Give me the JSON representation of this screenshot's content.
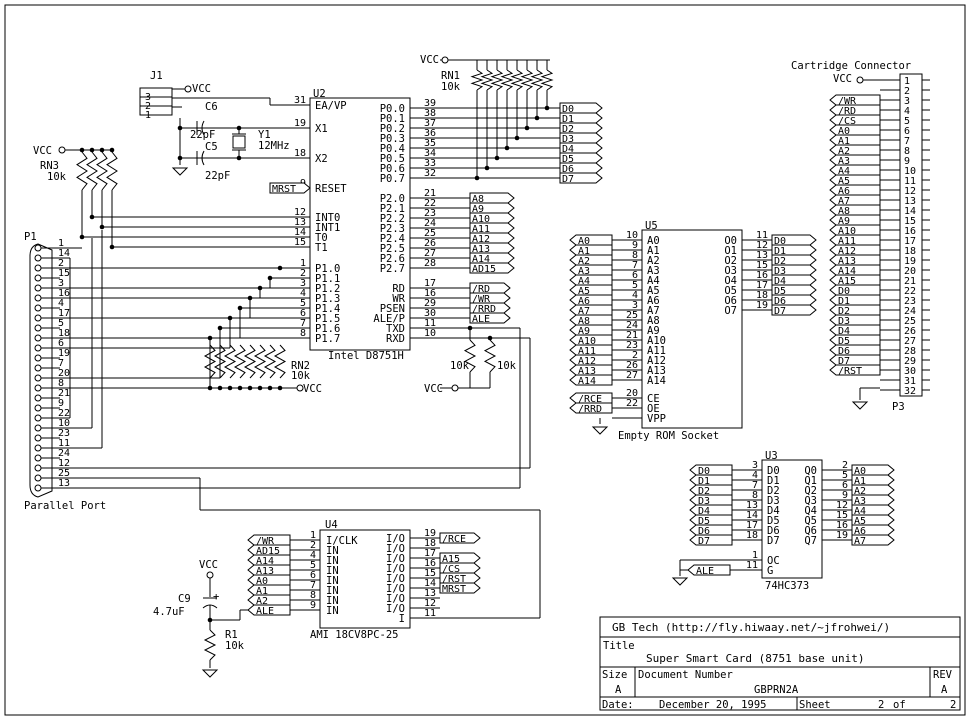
{
  "title_block": {
    "company": "GB Tech (http://fly.hiwaay.net/~jfrohwei/)",
    "title_label": "Title",
    "title": "Super Smart Card (8751 base unit)",
    "size_label": "Size",
    "size": "A",
    "docnum_label": "Document Number",
    "docnum": "GBPRN2A",
    "rev_label": "REV",
    "rev": "A",
    "date_label": "Date:",
    "date": "December 20, 1995",
    "sheet_label": "Sheet",
    "sheet_num": "2",
    "sheet_of": "of",
    "sheet_total": "2"
  },
  "components": {
    "u2": {
      "ref": "U2",
      "name": "Intel D8751H",
      "left_pins": [
        {
          "num": "31",
          "name": "EA/VP"
        },
        {
          "num": "19",
          "name": "X1"
        },
        {
          "num": "18",
          "name": "X2"
        },
        {
          "num": "9",
          "name": "RESET"
        },
        {
          "num": "12",
          "name": "INT0"
        },
        {
          "num": "13",
          "name": "INT1"
        },
        {
          "num": "14",
          "name": "T0"
        },
        {
          "num": "15",
          "name": "T1"
        },
        {
          "num": "1",
          "name": "P1.0"
        },
        {
          "num": "2",
          "name": "P1.1"
        },
        {
          "num": "3",
          "name": "P1.2"
        },
        {
          "num": "4",
          "name": "P1.3"
        },
        {
          "num": "5",
          "name": "P1.4"
        },
        {
          "num": "6",
          "name": "P1.5"
        },
        {
          "num": "7",
          "name": "P1.6"
        },
        {
          "num": "8",
          "name": "P1.7"
        }
      ],
      "p0_pins": [
        {
          "num": "39",
          "name": "P0.0",
          "net": "D0"
        },
        {
          "num": "38",
          "name": "P0.1",
          "net": "D1"
        },
        {
          "num": "37",
          "name": "P0.2",
          "net": "D2"
        },
        {
          "num": "36",
          "name": "P0.3",
          "net": "D3"
        },
        {
          "num": "35",
          "name": "P0.4",
          "net": "D4"
        },
        {
          "num": "34",
          "name": "P0.5",
          "net": "D5"
        },
        {
          "num": "33",
          "name": "P0.6",
          "net": "D6"
        },
        {
          "num": "32",
          "name": "P0.7",
          "net": "D7"
        }
      ],
      "p2_pins": [
        {
          "num": "21",
          "name": "P2.0",
          "net": "A8"
        },
        {
          "num": "22",
          "name": "P2.1",
          "net": "A9"
        },
        {
          "num": "23",
          "name": "P2.2",
          "net": "A10"
        },
        {
          "num": "24",
          "name": "P2.3",
          "net": "A11"
        },
        {
          "num": "25",
          "name": "P2.4",
          "net": "A12"
        },
        {
          "num": "26",
          "name": "P2.5",
          "net": "A13"
        },
        {
          "num": "27",
          "name": "P2.6",
          "net": "A14"
        },
        {
          "num": "28",
          "name": "P2.7",
          "net": "AD15"
        }
      ],
      "ctrl_pins": [
        {
          "num": "17",
          "name": "RD",
          "net": "/RD"
        },
        {
          "num": "16",
          "name": "WR",
          "net": "/WR"
        },
        {
          "num": "29",
          "name": "PSEN",
          "net": "/RRD"
        },
        {
          "num": "30",
          "name": "ALE/P",
          "net": "ALE"
        }
      ],
      "serial_pins": [
        {
          "num": "11",
          "name": "TXD"
        },
        {
          "num": "10",
          "name": "RXD"
        }
      ]
    },
    "u5": {
      "ref": "U5",
      "name": "Empty ROM Socket",
      "addr_pins": [
        {
          "net": "A0",
          "num": "10",
          "name": "A0"
        },
        {
          "net": "A1",
          "num": "9",
          "name": "A1"
        },
        {
          "net": "A2",
          "num": "8",
          "name": "A2"
        },
        {
          "net": "A3",
          "num": "7",
          "name": "A3"
        },
        {
          "net": "A4",
          "num": "6",
          "name": "A4"
        },
        {
          "net": "A5",
          "num": "5",
          "name": "A5"
        },
        {
          "net": "A6",
          "num": "4",
          "name": "A6"
        },
        {
          "net": "A7",
          "num": "3",
          "name": "A7"
        },
        {
          "net": "A8",
          "num": "25",
          "name": "A8"
        },
        {
          "net": "A9",
          "num": "24",
          "name": "A9"
        },
        {
          "net": "A10",
          "num": "21",
          "name": "A10"
        },
        {
          "net": "A11",
          "num": "23",
          "name": "A11"
        },
        {
          "net": "A12",
          "num": "2",
          "name": "A12"
        },
        {
          "net": "A13",
          "num": "26",
          "name": "A13"
        },
        {
          "net": "A14",
          "num": "27",
          "name": "A14"
        }
      ],
      "data_pins": [
        {
          "name": "O0",
          "num": "11",
          "net": "D0"
        },
        {
          "name": "O1",
          "num": "12",
          "net": "D1"
        },
        {
          "name": "O2",
          "num": "13",
          "net": "D2"
        },
        {
          "name": "O3",
          "num": "15",
          "net": "D3"
        },
        {
          "name": "O4",
          "num": "16",
          "net": "D4"
        },
        {
          "name": "O5",
          "num": "17",
          "net": "D5"
        },
        {
          "name": "O6",
          "num": "18",
          "net": "D6"
        },
        {
          "name": "O7",
          "num": "19",
          "net": "D7"
        }
      ],
      "ctrl_pins": [
        {
          "net": "/RCE",
          "num": "20",
          "name": "CE"
        },
        {
          "net": "/RRD",
          "num": "22",
          "name": "OE"
        },
        {
          "net": "",
          "num": "",
          "name": "VPP"
        }
      ]
    },
    "u3": {
      "ref": "U3",
      "name": "74HC373",
      "d_pins": [
        {
          "net": "D0",
          "num": "3",
          "name": "D0"
        },
        {
          "net": "D1",
          "num": "4",
          "name": "D1"
        },
        {
          "net": "D2",
          "num": "7",
          "name": "D2"
        },
        {
          "net": "D3",
          "num": "8",
          "name": "D3"
        },
        {
          "net": "D4",
          "num": "13",
          "name": "D4"
        },
        {
          "net": "D5",
          "num": "14",
          "name": "D5"
        },
        {
          "net": "D6",
          "num": "17",
          "name": "D6"
        },
        {
          "net": "D7",
          "num": "18",
          "name": "D7"
        }
      ],
      "q_pins": [
        {
          "name": "Q0",
          "num": "2",
          "net": "A0"
        },
        {
          "name": "Q1",
          "num": "5",
          "net": "A1"
        },
        {
          "name": "Q2",
          "num": "6",
          "net": "A2"
        },
        {
          "name": "Q3",
          "num": "9",
          "net": "A3"
        },
        {
          "name": "Q4",
          "num": "12",
          "net": "A4"
        },
        {
          "name": "Q5",
          "num": "15",
          "net": "A5"
        },
        {
          "name": "Q6",
          "num": "16",
          "net": "A6"
        },
        {
          "name": "Q7",
          "num": "19",
          "net": "A7"
        }
      ],
      "ctrl_pins": [
        {
          "num": "1",
          "name": "OC",
          "net": ""
        },
        {
          "num": "11",
          "name": "G",
          "net": "ALE"
        }
      ]
    },
    "u4": {
      "ref": "U4",
      "name": "AMI 18CV8PC-25",
      "in_pins": [
        {
          "net": "/WR",
          "num": "1",
          "name": "I/CLK"
        },
        {
          "net": "AD15",
          "num": "2",
          "name": "IN"
        },
        {
          "net": "A14",
          "num": "4",
          "name": "IN"
        },
        {
          "net": "A13",
          "num": "5",
          "name": "IN"
        },
        {
          "net": "A0",
          "num": "6",
          "name": "IN"
        },
        {
          "net": "A1",
          "num": "7",
          "name": "IN"
        },
        {
          "net": "A2",
          "num": "8",
          "name": "IN"
        },
        {
          "net": "ALE",
          "num": "9",
          "name": "IN"
        }
      ],
      "out_pins": [
        {
          "name": "I/O",
          "num": "19",
          "net": "/RCE"
        },
        {
          "name": "I/O",
          "num": "18",
          "net": ""
        },
        {
          "name": "I/O",
          "num": "17",
          "net": "A15"
        },
        {
          "name": "I/O",
          "num": "16",
          "net": "/CS"
        },
        {
          "name": "I/O",
          "num": "15",
          "net": "/RST"
        },
        {
          "name": "I/O",
          "num": "14",
          "net": "MRST"
        },
        {
          "name": "I/O",
          "num": "13",
          "net": ""
        },
        {
          "name": "I/O",
          "num": "12",
          "net": ""
        },
        {
          "name": "I",
          "num": "11",
          "net": ""
        }
      ]
    },
    "p3": {
      "ref": "P3",
      "name": "Cartridge Connector",
      "pins": [
        {
          "num": "1",
          "net": "VCC"
        },
        {
          "num": "2",
          "net": ""
        },
        {
          "num": "3",
          "net": "/WR"
        },
        {
          "num": "4",
          "net": "/RD"
        },
        {
          "num": "5",
          "net": "/CS"
        },
        {
          "num": "6",
          "net": "A0"
        },
        {
          "num": "7",
          "net": "A1"
        },
        {
          "num": "8",
          "net": "A2"
        },
        {
          "num": "9",
          "net": "A3"
        },
        {
          "num": "10",
          "net": "A4"
        },
        {
          "num": "11",
          "net": "A5"
        },
        {
          "num": "12",
          "net": "A6"
        },
        {
          "num": "13",
          "net": "A7"
        },
        {
          "num": "14",
          "net": "A8"
        },
        {
          "num": "15",
          "net": "A9"
        },
        {
          "num": "16",
          "net": "A10"
        },
        {
          "num": "17",
          "net": "A11"
        },
        {
          "num": "18",
          "net": "A12"
        },
        {
          "num": "19",
          "net": "A13"
        },
        {
          "num": "20",
          "net": "A14"
        },
        {
          "num": "21",
          "net": "A15"
        },
        {
          "num": "22",
          "net": "D0"
        },
        {
          "num": "23",
          "net": "D1"
        },
        {
          "num": "24",
          "net": "D2"
        },
        {
          "num": "25",
          "net": "D3"
        },
        {
          "num": "26",
          "net": "D4"
        },
        {
          "num": "27",
          "net": "D5"
        },
        {
          "num": "28",
          "net": "D6"
        },
        {
          "num": "29",
          "net": "D7"
        },
        {
          "num": "30",
          "net": "/RST"
        },
        {
          "num": "31",
          "net": ""
        },
        {
          "num": "32",
          "net": ""
        }
      ]
    },
    "p1": {
      "ref": "P1",
      "name": "Parallel Port",
      "pins": [
        "1",
        "14",
        "2",
        "15",
        "3",
        "16",
        "4",
        "17",
        "5",
        "18",
        "6",
        "19",
        "7",
        "20",
        "8",
        "21",
        "9",
        "22",
        "10",
        "23",
        "11",
        "24",
        "12",
        "25",
        "13"
      ]
    },
    "j1": {
      "ref": "J1",
      "pins": [
        "3",
        "2",
        "1"
      ]
    },
    "rn1": {
      "ref": "RN1",
      "value": "10k"
    },
    "rn2": {
      "ref": "RN2",
      "value": "10k"
    },
    "rn3": {
      "ref": "RN3",
      "value": "10k"
    },
    "y1": {
      "ref": "Y1",
      "value": "12MHz"
    },
    "c5": {
      "ref": "C5",
      "value": "22pF"
    },
    "c6": {
      "ref": "C6",
      "value": "22pF"
    },
    "c9": {
      "ref": "C9",
      "value": "4.7uF"
    },
    "r1": {
      "ref": "R1",
      "value": "10k"
    },
    "r_txd": {
      "value": "10k"
    },
    "r_rxd": {
      "value": "10k"
    }
  },
  "power": {
    "vcc": "VCC"
  },
  "misc": {
    "plus": "+",
    "mrst": "MRST",
    "ale": "ALE"
  }
}
